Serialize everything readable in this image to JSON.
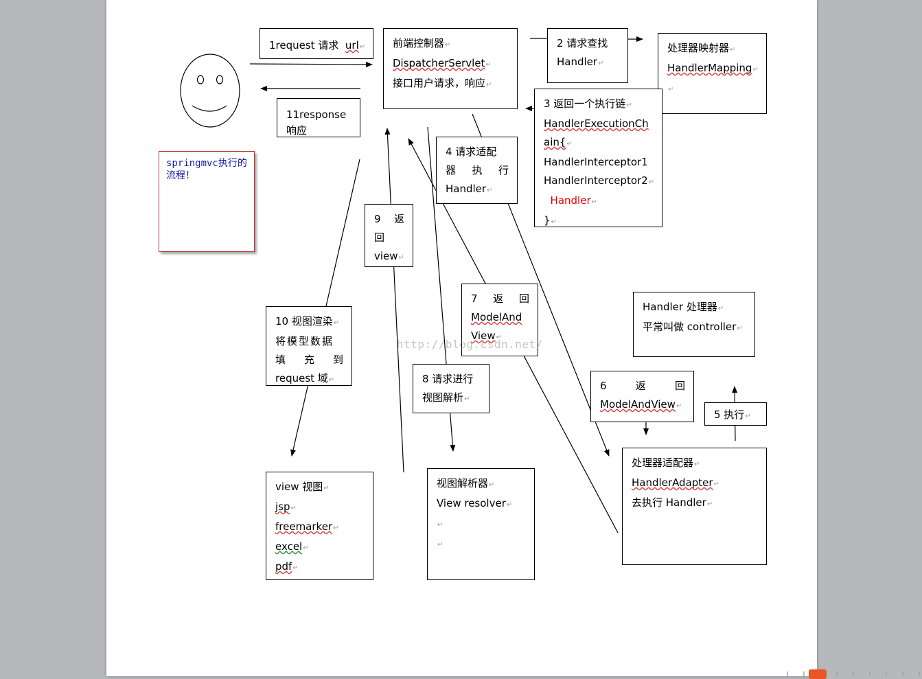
{
  "diagram": {
    "request_box": {
      "line1_prefix": "1request 请求",
      "line1_url": "url"
    },
    "response_box": {
      "line1": "11response",
      "line2": "响应"
    },
    "dispatcher": {
      "line1": "前端控制器",
      "line2": "DispatcherServlet",
      "line3": "接口用户请求，响应"
    },
    "step2": {
      "line1": "2 请求查找",
      "line2": "Handler"
    },
    "handler_mapping": {
      "line1": "处理器映射器",
      "line2": "HandlerMapping"
    },
    "step3": {
      "line1": "3 返回一个执行链",
      "line2": "HandlerExecutionCh",
      "line3": "ain{",
      "line4": "HandlerInterceptor1",
      "line5": "HandlerInterceptor2",
      "line6": "Handler",
      "line7": "}"
    },
    "step4": {
      "line1": "4 请求适配",
      "line2_words": [
        "器",
        "执",
        "行"
      ],
      "line3": "Handler"
    },
    "note": {
      "text": "springmvc执行的流程！"
    },
    "step9": {
      "line1_words": [
        "9",
        "返"
      ],
      "line2": "回",
      "line3": "view"
    },
    "step7": {
      "line1_words": [
        "7",
        "返",
        "回"
      ],
      "line2": "ModelAnd",
      "line3": "View"
    },
    "handler_controller": {
      "line1": "Handler 处理器",
      "line2": "平常叫做 controller"
    },
    "step10": {
      "line1": "10 视图渲染",
      "line2": "将模型数据",
      "line3_words": [
        "填",
        "充",
        "到"
      ],
      "line4": "request 域"
    },
    "step8": {
      "line1": "8 请求进行",
      "line2": "视图解析"
    },
    "step6": {
      "line1_words": [
        "6",
        "返",
        "回"
      ],
      "line2": "ModelAndView"
    },
    "step5": {
      "line1": "5 执行"
    },
    "handler_adapter": {
      "line1": "处理器适配器",
      "line2": "HandlerAdapter",
      "line3": "去执行 Handler"
    },
    "view_box": {
      "line1": "view 视图",
      "line2": "jsp",
      "line3": "freemarker",
      "line4": "excel",
      "line5": "pdf"
    },
    "view_resolver": {
      "line1": "视图解析器",
      "line2": "View resolver"
    },
    "watermark": "http://blog.csdn.net/"
  },
  "colors": {
    "note_text": "#1a1aa6",
    "note_border": "#c43030",
    "highlight_red": "#e00000",
    "spell_underline": "#d44"
  }
}
